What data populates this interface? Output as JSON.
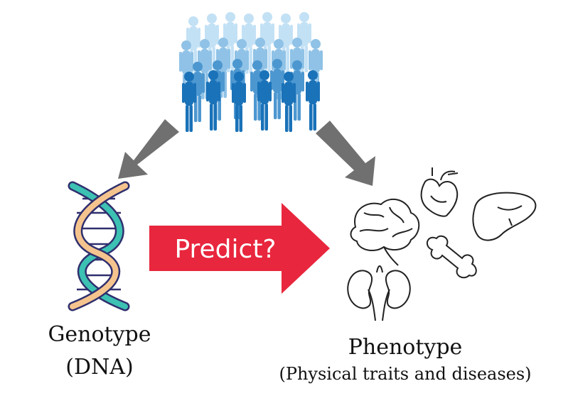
{
  "genotype": {
    "title": "Genotype",
    "subtitle": "(DNA)"
  },
  "phenotype": {
    "title": "Phenotype",
    "subtitle": "(Physical traits and diseases)"
  },
  "predict_label": "Predict?",
  "colors": {
    "people_front": "#1a72b8",
    "people_back": "#a9d3f0",
    "gray_arrow": "#707070",
    "red_arrow": "#e8263d",
    "dna_strand_a": "#2f2f6e",
    "dna_teal": "#3cc1b3",
    "dna_orange": "#f5c48e"
  },
  "icons": [
    "people-crowd-icon",
    "dna-helix-icon",
    "brain-icon",
    "heart-icon",
    "liver-icon",
    "bone-icon",
    "kidneys-icon"
  ]
}
